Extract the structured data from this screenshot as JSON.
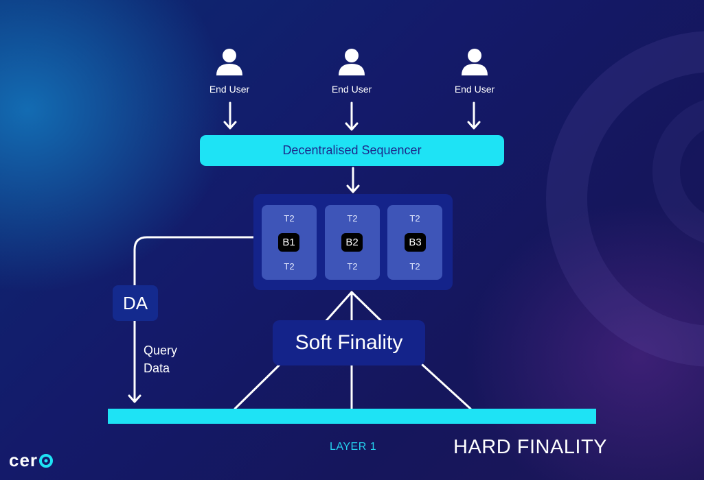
{
  "users": [
    {
      "label": "End User"
    },
    {
      "label": "End User"
    },
    {
      "label": "End User"
    }
  ],
  "sequencer": {
    "label": "Decentralised Sequencer"
  },
  "blocks": [
    {
      "top": "T2",
      "id": "B1",
      "bottom": "T2"
    },
    {
      "top": "T2",
      "id": "B2",
      "bottom": "T2"
    },
    {
      "top": "T2",
      "id": "B3",
      "bottom": "T2"
    }
  ],
  "da": {
    "label": "DA",
    "query": [
      "Query",
      "Data"
    ]
  },
  "soft_finality": {
    "label": "Soft Finality"
  },
  "layer1": {
    "label": "LAYER 1"
  },
  "hard_finality": {
    "label": "HARD FINALITY"
  },
  "logo": {
    "text": "cer"
  },
  "colors": {
    "accent": "#1ee3f5",
    "dark_box": "#14238a",
    "block": "#3e55b8",
    "text_dark": "#1c2a8c"
  },
  "icons": {
    "user": "person-icon",
    "arrow": "arrow-down-icon"
  }
}
